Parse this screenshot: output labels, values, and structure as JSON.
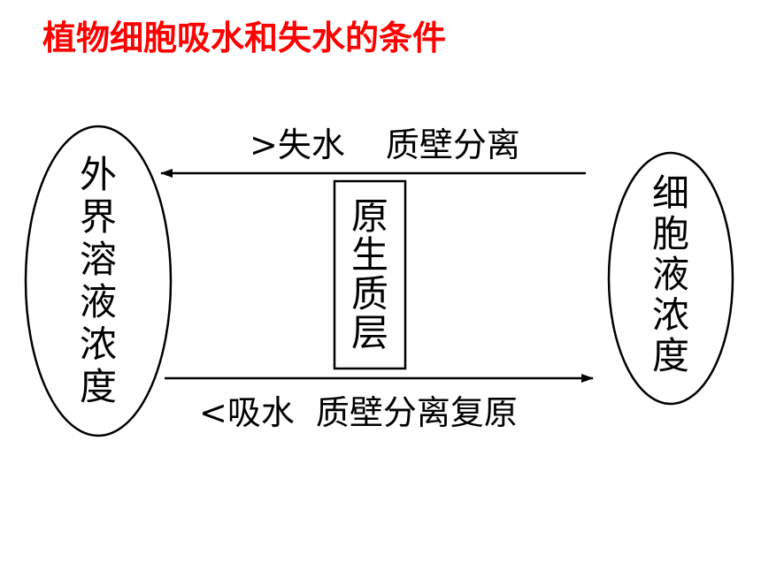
{
  "title": "植物细胞吸水和失水的条件",
  "colors": {
    "title": "#ff0000",
    "lines": "#000000",
    "background": "#ffffff"
  },
  "diagram": {
    "left_node": {
      "chars": [
        "外",
        "界",
        "溶",
        "液",
        "浓",
        "度"
      ]
    },
    "right_node": {
      "chars": [
        "细",
        "胞",
        "液",
        "浓",
        "度"
      ]
    },
    "center_box": {
      "chars": [
        "原",
        "生",
        "质",
        "层"
      ]
    },
    "top_arrow": {
      "direction": "left",
      "label_condition": ">失水",
      "label_result": "质壁分离"
    },
    "bottom_arrow": {
      "direction": "right",
      "label_condition": "<吸水",
      "label_result": "质壁分离复原"
    }
  }
}
